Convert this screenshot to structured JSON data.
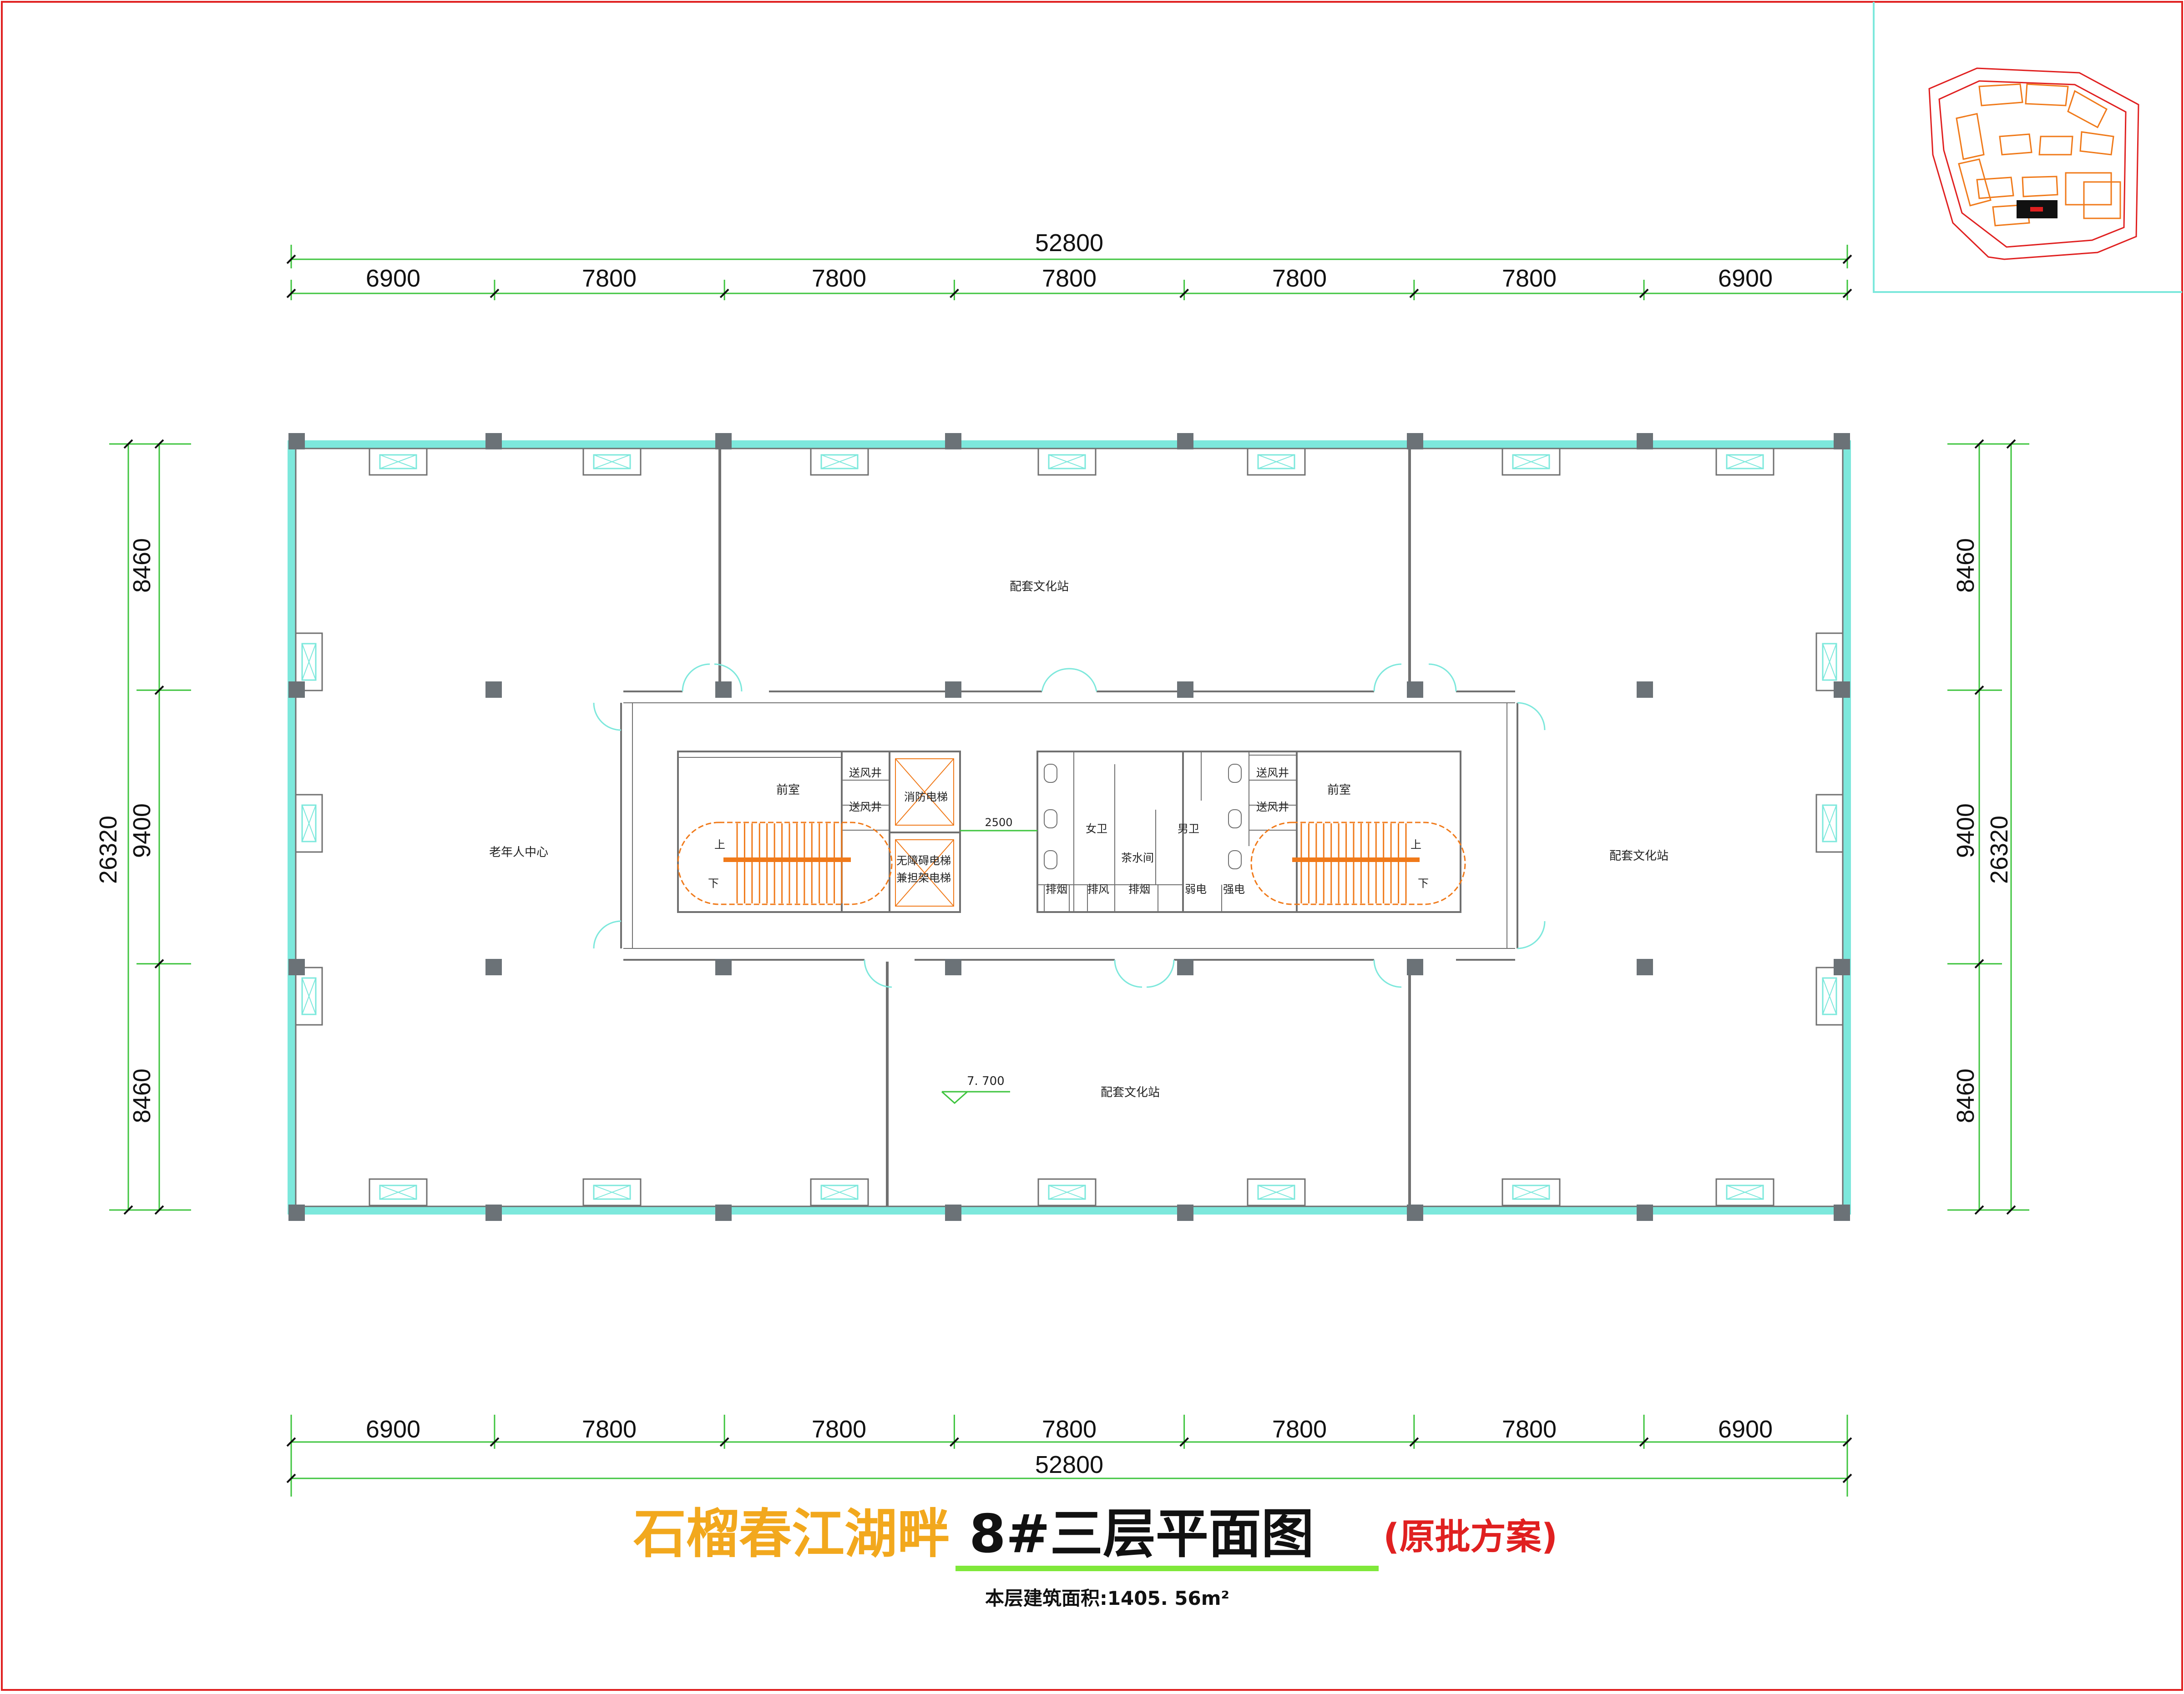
{
  "dimensions": {
    "top_total": "52800",
    "bottom_total": "52800",
    "bays": [
      "6900",
      "7800",
      "7800",
      "7800",
      "7800",
      "7800",
      "6900"
    ],
    "left_total": "26320",
    "right_total": "26320",
    "vertical_bays": [
      "8460",
      "9400",
      "8460"
    ]
  },
  "rooms": {
    "senior_center": "老年人中心",
    "culture_station_top": "配套文化站",
    "culture_station_right": "配套文化站",
    "culture_station_bottom": "配套文化站",
    "lobby_left": "前室",
    "lobby_right": "前室",
    "air_shaft_1": "送风井",
    "air_shaft_2": "送风井",
    "air_shaft_3": "送风井",
    "air_shaft_4": "送风井",
    "fire_elevator": "消防电梯",
    "accessible_elevator_1": "无障碍电梯",
    "accessible_elevator_2": "兼担架电梯",
    "corridor_width": "2500",
    "womens_restroom": "女卫",
    "mens_restroom": "男卫",
    "tea_room": "茶水间",
    "smoke_exhaust_1": "排烟",
    "exhaust_fan": "排风",
    "smoke_exhaust_2": "排烟",
    "weak_current": "弱电",
    "strong_current": "强电",
    "stair_up_left": "上",
    "stair_down_left": "下",
    "stair_up_right": "上",
    "stair_down_right": "下",
    "elevation": "7. 700"
  },
  "title": {
    "project": "石榴春江湖畔",
    "plan": "8#三层平面图",
    "note": "(原批方案)",
    "area_label": "本层建筑面积:1405. 56m²"
  },
  "colors": {
    "frame": "#e02020",
    "dimension": "#3ec43e",
    "glazing": "#7de8dc",
    "wall": "#707070",
    "column": "#6b7277",
    "stair": "#f07a1a",
    "title_orange": "#f2a81d",
    "underline": "#7fe83a",
    "keyplan": "#f07a1a"
  }
}
